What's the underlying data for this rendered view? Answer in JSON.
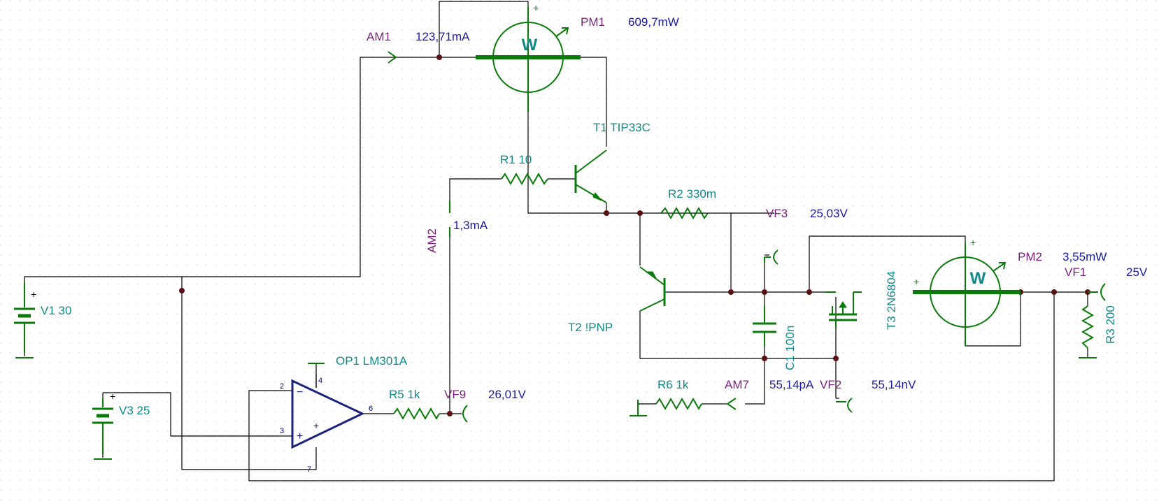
{
  "components": {
    "v1": {
      "name": "V1",
      "value": "30"
    },
    "v3": {
      "name": "V3",
      "value": "25"
    },
    "am1": {
      "name": "AM1",
      "reading": "123,71mA"
    },
    "pm1": {
      "name": "PM1",
      "reading": "609,7mW"
    },
    "t1": {
      "name": "T1",
      "value": "TIP33C"
    },
    "r1": {
      "name": "R1",
      "value": "10"
    },
    "r2": {
      "name": "R2",
      "value": "330m"
    },
    "am2": {
      "name": "AM2",
      "reading": "1,3mA"
    },
    "vf3": {
      "name": "VF3",
      "reading": "25,03V"
    },
    "pm2": {
      "name": "PM2",
      "reading": "3,55mW"
    },
    "vf1": {
      "name": "VF1",
      "reading": "25V"
    },
    "t2": {
      "name": "T2",
      "value": "!PNP"
    },
    "t3": {
      "name": "T3",
      "value": "2N6804"
    },
    "c1": {
      "name": "C1",
      "value": "100n"
    },
    "r3": {
      "name": "R3",
      "value": "200"
    },
    "op1": {
      "name": "OP1",
      "value": "LM301A",
      "pins": [
        "2",
        "3",
        "4",
        "6",
        "7"
      ]
    },
    "r5": {
      "name": "R5",
      "value": "1k"
    },
    "vf9": {
      "name": "VF9",
      "reading": "26,01V"
    },
    "r6": {
      "name": "R6",
      "value": "1k"
    },
    "am7": {
      "name": "AM7",
      "reading": "55,14pA"
    },
    "vf2": {
      "name": "VF2",
      "reading": "55,14nV"
    }
  },
  "meter_glyph": "W",
  "polarity_plus": "+",
  "polarity_minus": "−",
  "colors": {
    "component": "#0a7a0a",
    "label_teal": "#128a8a",
    "label_purple": "#7a1f7a",
    "reading_blue": "#1a1aa0",
    "wire": "#000000",
    "node": "#5a1010",
    "opamp": "#1a237e"
  }
}
